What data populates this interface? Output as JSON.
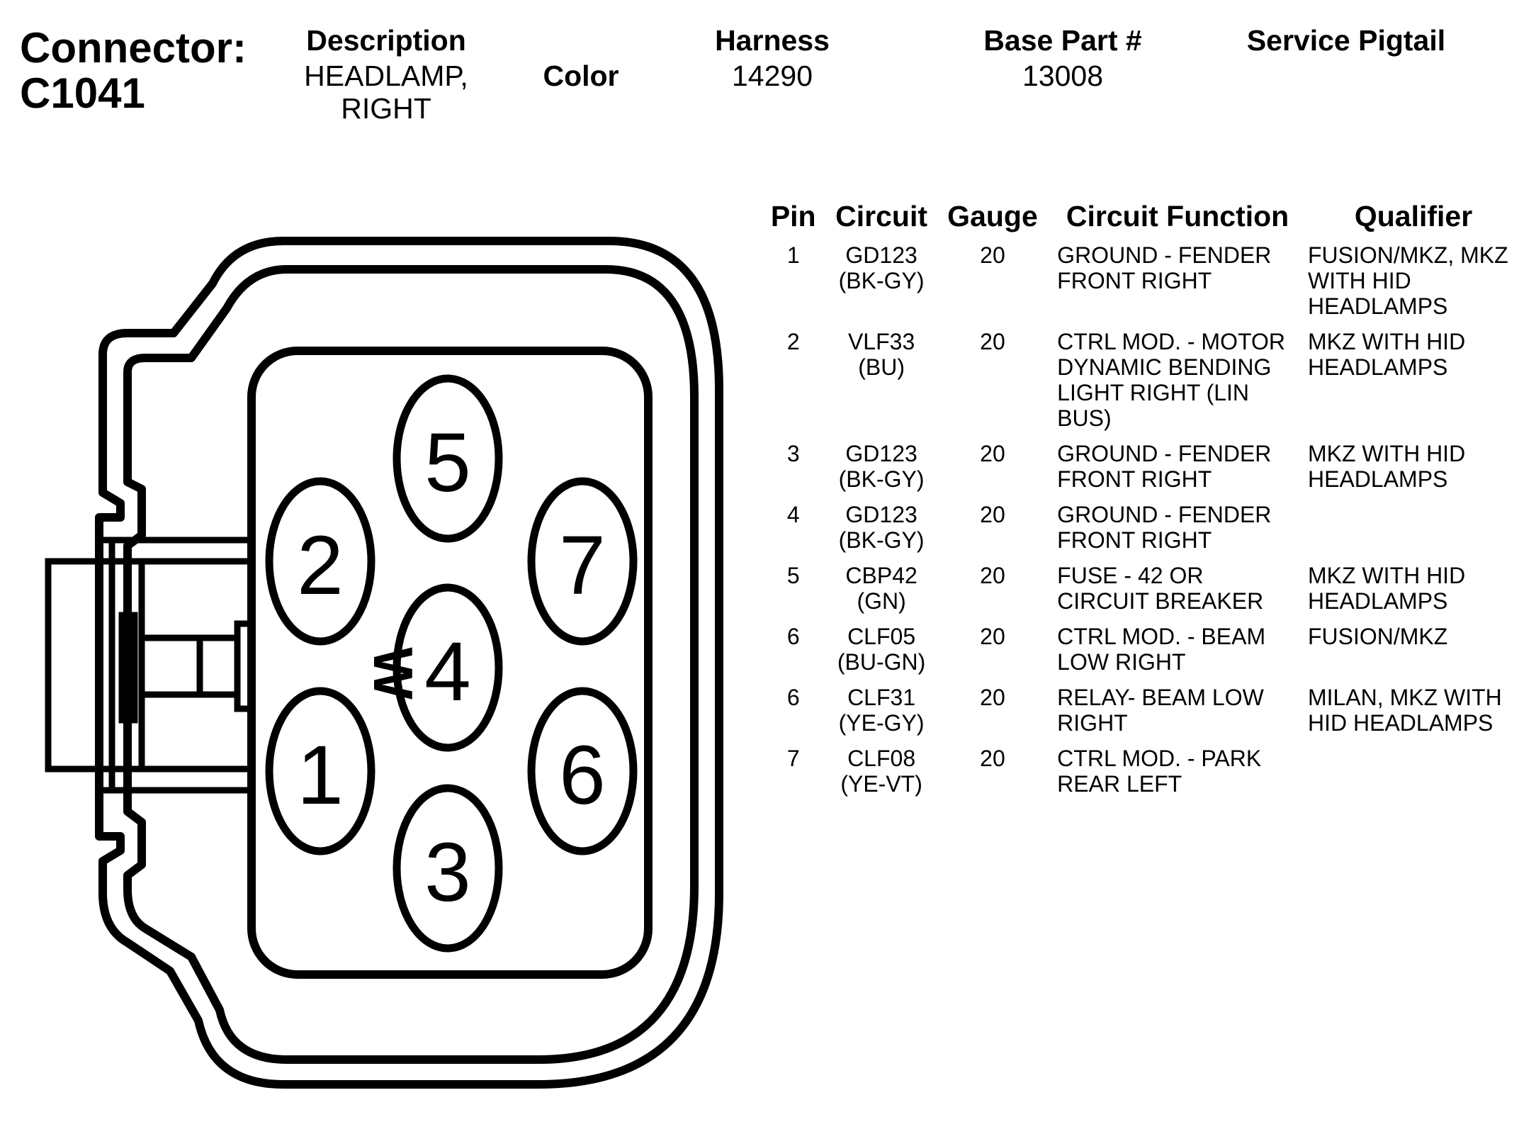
{
  "connector": {
    "label_line1": "Connector:",
    "label_line2": "C1041"
  },
  "header": {
    "description_title": "Description",
    "description_line1": "HEADLAMP,",
    "description_line2": "RIGHT",
    "color_title": "Color",
    "harness_title": "Harness",
    "harness_value": "14290",
    "base_part_title": "Base Part #",
    "base_part_value": "13008",
    "service_pigtail_title": "Service Pigtail"
  },
  "diagram": {
    "pins": [
      "1",
      "2",
      "3",
      "4",
      "5",
      "6",
      "7"
    ],
    "key_mark": "W"
  },
  "table": {
    "headers": {
      "pin": "Pin",
      "circuit": "Circuit",
      "gauge": "Gauge",
      "function": "Circuit Function",
      "qualifier": "Qualifier"
    },
    "rows": [
      {
        "pin": "1",
        "circuit": "GD123",
        "wire": "(BK-GY)",
        "gauge": "20",
        "function": [
          "GROUND - FENDER",
          "FRONT RIGHT"
        ],
        "qualifier": [
          "FUSION/MKZ, MKZ",
          "WITH HID",
          "HEADLAMPS"
        ]
      },
      {
        "pin": "2",
        "circuit": "VLF33",
        "wire": "(BU)",
        "gauge": "20",
        "function": [
          "CTRL MOD. - MOTOR",
          "DYNAMIC BENDING",
          "LIGHT RIGHT (LIN",
          "BUS)"
        ],
        "qualifier": [
          "MKZ WITH HID",
          "HEADLAMPS"
        ]
      },
      {
        "pin": "3",
        "circuit": "GD123",
        "wire": "(BK-GY)",
        "gauge": "20",
        "function": [
          "GROUND - FENDER",
          "FRONT RIGHT"
        ],
        "qualifier": [
          "MKZ WITH HID",
          "HEADLAMPS"
        ]
      },
      {
        "pin": "4",
        "circuit": "GD123",
        "wire": "(BK-GY)",
        "gauge": "20",
        "function": [
          "GROUND - FENDER",
          "FRONT RIGHT"
        ],
        "qualifier": []
      },
      {
        "pin": "5",
        "circuit": "CBP42",
        "wire": "(GN)",
        "gauge": "20",
        "function": [
          "FUSE - 42 OR",
          "CIRCUIT BREAKER"
        ],
        "qualifier": [
          "MKZ WITH HID",
          "HEADLAMPS"
        ]
      },
      {
        "pin": "6",
        "circuit": "CLF05",
        "wire": "(BU-GN)",
        "gauge": "20",
        "function": [
          "CTRL MOD. - BEAM",
          "LOW RIGHT"
        ],
        "qualifier": [
          "FUSION/MKZ"
        ]
      },
      {
        "pin": "6",
        "circuit": "CLF31",
        "wire": "(YE-GY)",
        "gauge": "20",
        "function": [
          "RELAY- BEAM LOW",
          "RIGHT"
        ],
        "qualifier": [
          "MILAN, MKZ WITH",
          "HID HEADLAMPS"
        ]
      },
      {
        "pin": "7",
        "circuit": "CLF08",
        "wire": "(YE-VT)",
        "gauge": "20",
        "function": [
          "CTRL MOD. - PARK",
          "REAR LEFT"
        ],
        "qualifier": []
      }
    ]
  }
}
